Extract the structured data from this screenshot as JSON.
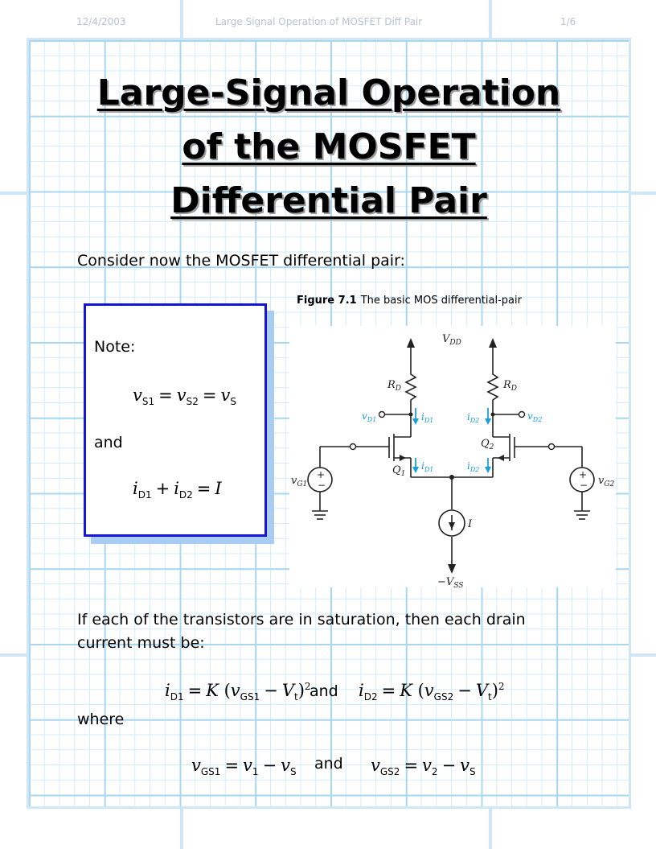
{
  "header": {
    "date": "12/4/2003",
    "doc_title": "Large Signal Operation of MOSFET Diff Pair",
    "page": "1/6"
  },
  "title": {
    "line1": "Large-Signal Operation",
    "line2": "of the MOSFET",
    "line3": "Differential  Pair"
  },
  "intro": "Consider now the MOSFET differential pair:",
  "note": {
    "heading": "Note:",
    "and": "and"
  },
  "figure": {
    "number": "Figure 7.1",
    "caption": "The basic MOS differential-pair",
    "labels": {
      "vdd": "V",
      "vdd_sub": "DD",
      "rd": "R",
      "rd_sub": "D",
      "vd1": "v",
      "vd1_sub": "D1",
      "vd2": "v",
      "vd2_sub": "D2",
      "id1": "i",
      "id1_sub": "D1",
      "id2": "i",
      "id2_sub": "D2",
      "q1": "Q",
      "q1_sub": "1",
      "q2": "Q",
      "q2_sub": "2",
      "vg1": "v",
      "vg1_sub": "G1",
      "vg2": "v",
      "vg2_sub": "G2",
      "i": "I",
      "vss": "−V",
      "vss_sub": "SS"
    }
  },
  "saturation_text": {
    "line1": "If each of the transistors are in saturation, then each drain",
    "line2": "current must be:"
  },
  "and_label": "and",
  "where": "where",
  "colors": {
    "grid_major": "#a9d7f0",
    "grid_minor": "#d3ebf8",
    "note_border": "#1515d6",
    "note_shadow": "#a9cdf2",
    "circuit_blue": "#1aa0d8"
  }
}
